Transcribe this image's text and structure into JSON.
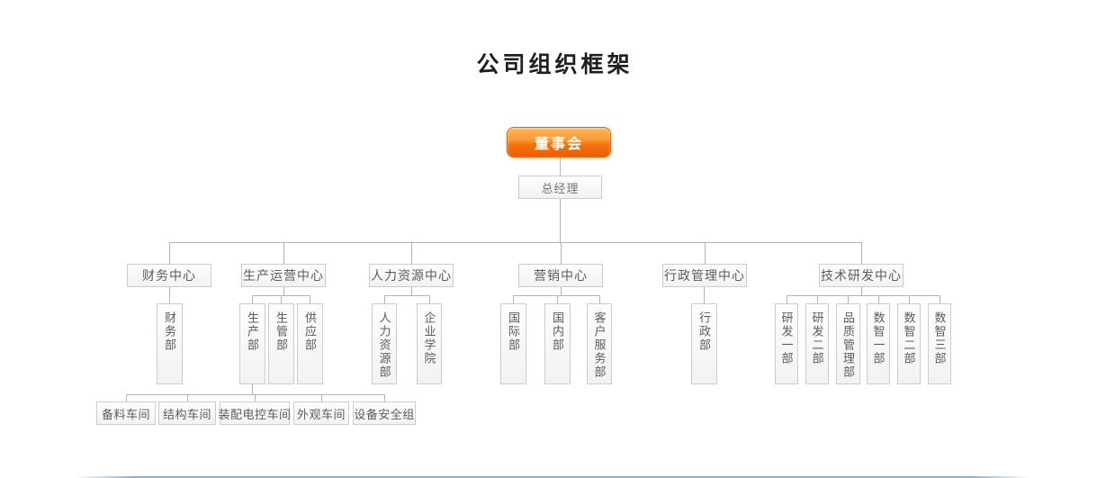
{
  "title": "公司组织框架",
  "board": {
    "id": "board",
    "label": "董事会"
  },
  "general_manager": {
    "id": "gm",
    "label": "总经理"
  },
  "centers": [
    {
      "id": "finance-center",
      "label": "财务中心",
      "children": [
        {
          "id": "finance-dept",
          "label": "财务部"
        }
      ]
    },
    {
      "id": "production-center",
      "label": "生产运营中心",
      "children": [
        {
          "id": "production-dept",
          "label": "生产部"
        },
        {
          "id": "production-mgmt-dept",
          "label": "生管部"
        },
        {
          "id": "supply-dept",
          "label": "供应部"
        }
      ]
    },
    {
      "id": "hr-center",
      "label": "人力资源中心",
      "children": [
        {
          "id": "hr-dept",
          "label": "人力资源部"
        },
        {
          "id": "enterprise-academy",
          "label": "企业学院"
        }
      ]
    },
    {
      "id": "marketing-center",
      "label": "营销中心",
      "children": [
        {
          "id": "intl-dept",
          "label": "国际部"
        },
        {
          "id": "domestic-dept",
          "label": "国内部"
        },
        {
          "id": "customer-service-dept",
          "label": "客户服务部"
        }
      ]
    },
    {
      "id": "admin-center",
      "label": "行政管理中心",
      "children": [
        {
          "id": "admin-dept",
          "label": "行政部"
        }
      ]
    },
    {
      "id": "rnd-center",
      "label": "技术研发中心",
      "children": [
        {
          "id": "rnd-dept-1",
          "label": "研发一部"
        },
        {
          "id": "rnd-dept-2",
          "label": "研发二部"
        },
        {
          "id": "quality-mgmt-dept",
          "label": "品质管理部"
        },
        {
          "id": "digital-dept-1",
          "label": "数智一部"
        },
        {
          "id": "digital-dept-2",
          "label": "数智二部"
        },
        {
          "id": "digital-dept-3",
          "label": "数智三部"
        }
      ]
    }
  ],
  "workshops": {
    "parent_id": "production-dept",
    "items": [
      {
        "id": "material-workshop",
        "label": "备料车间"
      },
      {
        "id": "structure-workshop",
        "label": "结构车间"
      },
      {
        "id": "assembly-electric-workshop",
        "label": "装配电控车间"
      },
      {
        "id": "appearance-workshop",
        "label": "外观车间"
      },
      {
        "id": "equipment-safety-group",
        "label": "设备安全组"
      }
    ]
  },
  "colors": {
    "accent_orange_top": "#fca13c",
    "accent_orange_bottom": "#ee5c03",
    "connector": "#b3b3b3",
    "node_border": "#cccccc",
    "node_bg": "#f5f5f5",
    "node_text": "#5c5c5c",
    "title_text": "#1f1f1f",
    "footer_line": "#6ea5cf"
  }
}
